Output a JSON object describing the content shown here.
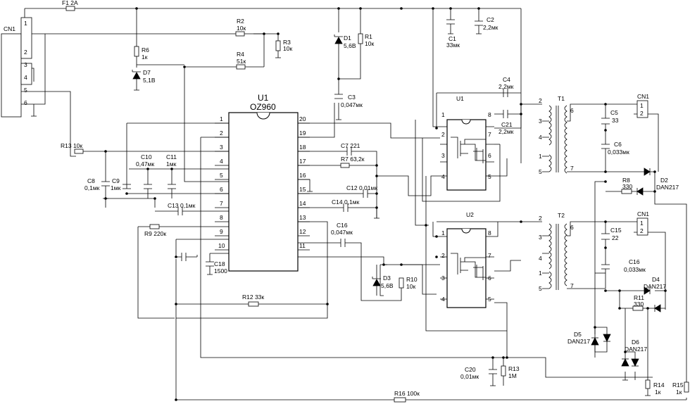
{
  "labels": {
    "f1": "F1 2A",
    "cn1_main": "CN1",
    "cn1_pins": [
      "1",
      "2",
      "3",
      "4",
      "5",
      "6"
    ],
    "r2_n": "R2",
    "r2_v": "10к",
    "r3_n": "R3",
    "r3_v": "10к",
    "r4_n": "R4",
    "r4_v": "51к",
    "r6_n": "R6",
    "r6_v": "1к",
    "d7_n": "D7",
    "d7_v": "5,1В",
    "d1_n": "D1",
    "d1_v": "5,6В",
    "r1_n": "R1",
    "r1_v": "10к",
    "c1_n": "C1",
    "c1_v": "33мк",
    "c2_n": "C2",
    "c2_v": "2,2мк",
    "c3_n": "C3",
    "c3_v": "0,047мк",
    "c4_n": "C4",
    "c4_v": "2,2мк",
    "c21_n": "C21",
    "c21_v": "2,2мк",
    "u1_title": "U1",
    "u1_chip": "OZ960",
    "u1_left_pins": [
      "1",
      "2",
      "3",
      "4",
      "5",
      "6",
      "7",
      "8",
      "9",
      "10"
    ],
    "u1_right_pins": [
      "20",
      "19",
      "18",
      "17",
      "16",
      "15",
      "14",
      "13",
      "12",
      "11"
    ],
    "r13_label": "R13 10к",
    "c10_n": "C10",
    "c10_v": "0,47мк",
    "c11_n": "C11",
    "c11_v": "1мк",
    "c8_n": "C8",
    "c8_v": "0,1мк",
    "c9_n": "C9",
    "c9_v": "1мк",
    "c13_label": "C13 0,1мк",
    "r9_label": "R9 220к",
    "c18_n": "C18",
    "c18_v": "1500",
    "r12_label": "R12 33к",
    "c7_label": "C7 221",
    "r7_label": "R7 63,2к",
    "c12_label": "C12 0,01мк",
    "c14_label": "C14 0,1мк",
    "c16a_n": "C16",
    "c16a_v": "0,047мк",
    "d3_n": "D3",
    "d3_v": "5,6В",
    "r10_n": "R10",
    "r10_v": "10к",
    "u1s_title": "U1",
    "u2s_title": "U2",
    "small_left_pins": [
      "1",
      "2",
      "3",
      "4"
    ],
    "small_right_pins": [
      "8",
      "7",
      "6",
      "5"
    ],
    "t1": "T1",
    "t2": "T2",
    "t_pri_pins": [
      "2",
      "3",
      "4",
      "1",
      "5"
    ],
    "t_sec_pins": [
      "6",
      "7"
    ],
    "cn1_out": "CN1",
    "cn1_out_pins": [
      "1",
      "2"
    ],
    "c5_n": "C5",
    "c5_v": "33",
    "c6_n": "C6",
    "c6_v": "0,033мк",
    "r8_n": "R8",
    "r8_v": "330",
    "d2_n": "D2",
    "d2_v": "DAN217",
    "c15_n": "C15",
    "c15_v": "22",
    "c16b_n": "C16",
    "c16b_v": "0,033мк",
    "d4_n": "D4",
    "d4_v": "DAN217",
    "r11_n": "R11",
    "r11_v": "330",
    "d5_n": "D5",
    "d5_v": "DAN217",
    "d6_n": "D6",
    "d6_v": "DAN217",
    "c20_n": "C20",
    "c20_v": "0,01мк",
    "r13b_n": "R13",
    "r13b_v": "1М",
    "r16_label": "R16 100к",
    "r14_n": "R14",
    "r14_v": "1к",
    "r15_n": "R15",
    "r15_v": "1к"
  }
}
